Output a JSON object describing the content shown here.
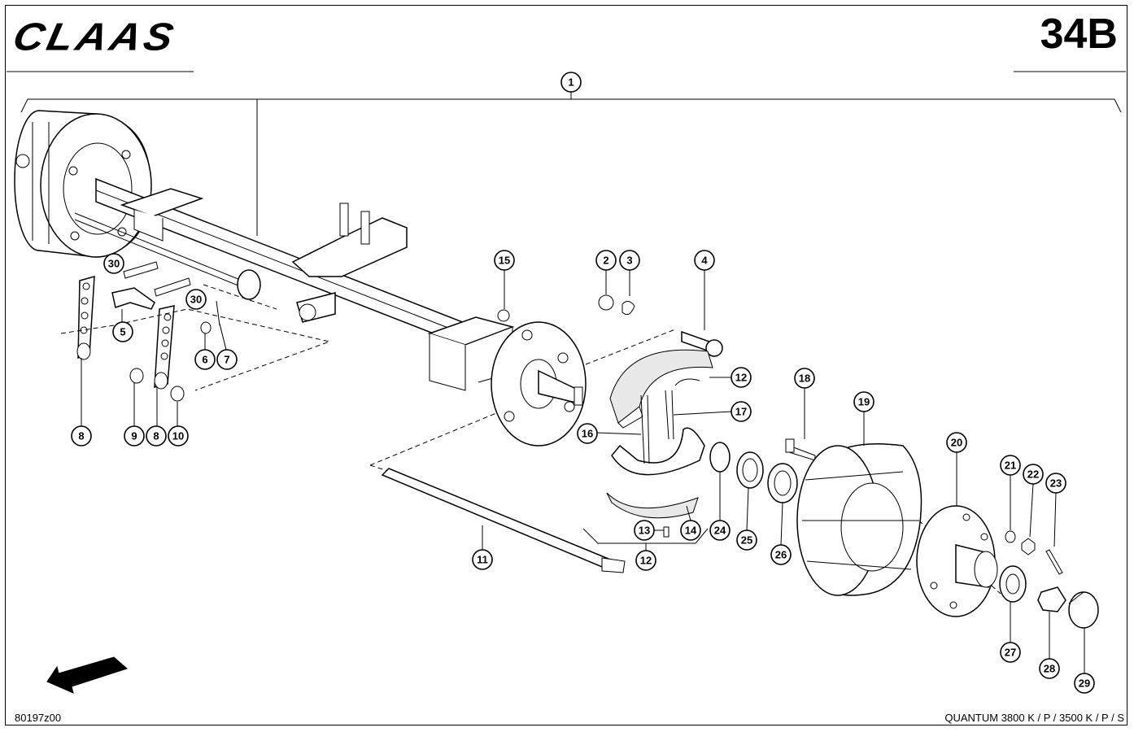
{
  "header": {
    "brand": "CLAAS",
    "page_number": "34B"
  },
  "footer": {
    "drawing_code": "80197z00",
    "model": "QUANTUM 3800 K / P / 3500 K / P / S"
  },
  "callouts": [
    "1",
    "30",
    "30",
    "5",
    "6",
    "7",
    "8",
    "9",
    "8",
    "10",
    "15",
    "2",
    "3",
    "4",
    "12",
    "17",
    "16",
    "18",
    "19",
    "20",
    "21",
    "22",
    "23",
    "24",
    "25",
    "26",
    "13",
    "14",
    "12",
    "11",
    "27",
    "28",
    "29"
  ],
  "icons": {
    "direction": "direction-arrow-icon"
  }
}
